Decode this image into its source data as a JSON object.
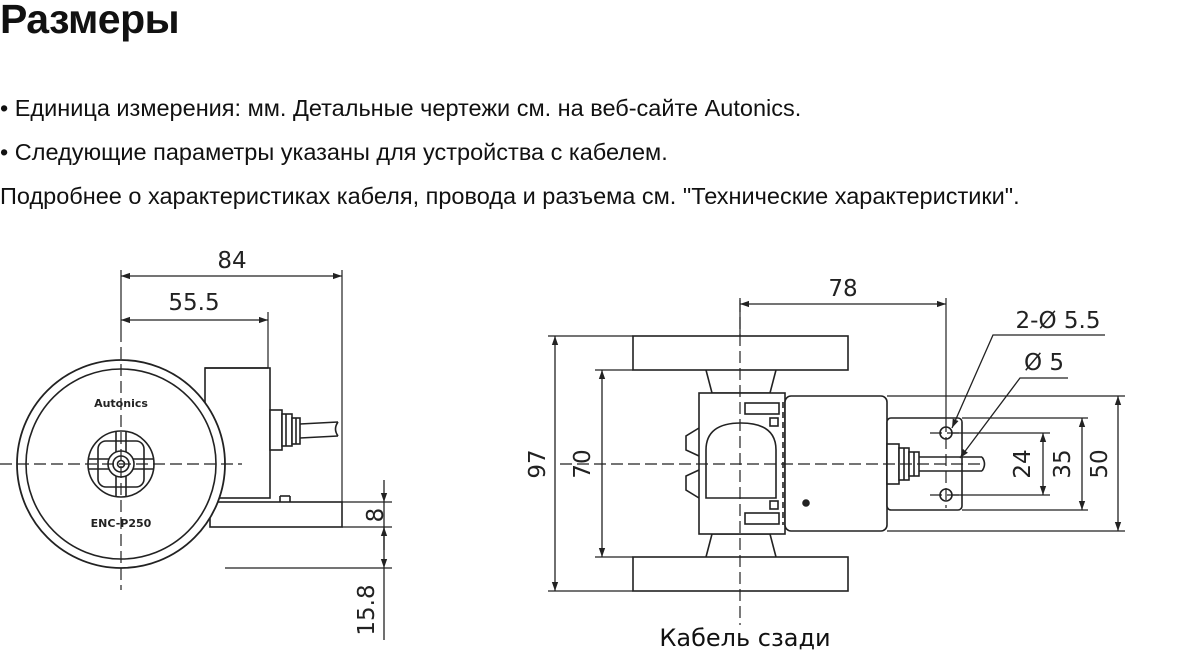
{
  "title": "Размеры",
  "notes": [
    "• Единица измерения: мм. Детальные чертежи см. на веб-сайте Autonics.",
    "• Следующие параметры указаны для устройства с кабелем.",
    "Подробнее о характеристиках кабеля, провода и разъема см. \"Технические характеристики\"."
  ],
  "side_view": {
    "brand_label": "Autonics",
    "model_label": "ENC-P250",
    "dimensions": {
      "total_length": "84",
      "body_length": "55.5",
      "base_height": "8",
      "base_offset": "15.8"
    }
  },
  "top_view": {
    "dimensions": {
      "length": "78",
      "holes": "2-Ø 5.5",
      "cable_diameter": "Ø 5",
      "overall_height": "97",
      "body_height": "70",
      "hole_spacing": "24",
      "flange_inner": "35",
      "flange_height": "50"
    },
    "caption": "Кабель сзади"
  }
}
